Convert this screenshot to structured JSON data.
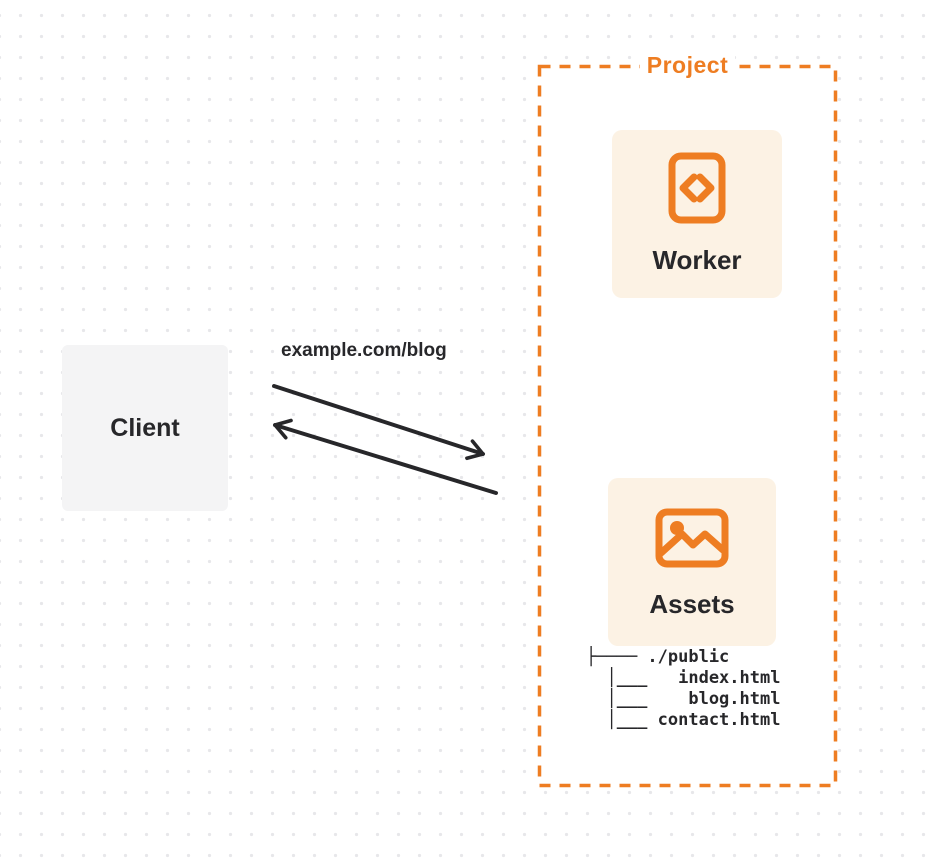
{
  "diagram": {
    "client": {
      "label": "Client"
    },
    "request_label": "example.com/blog",
    "project": {
      "title": "Project",
      "worker": {
        "label": "Worker",
        "icon": "code-file-icon"
      },
      "assets": {
        "label": "Assets",
        "icon": "image-icon"
      },
      "file_tree": [
        "├──── ./public",
        "  │___   index.html",
        "  │___    blog.html",
        "  │___ contact.html"
      ]
    },
    "colors": {
      "accent": "#EE7D22",
      "card_bg": "#FCF2E4",
      "client_bg": "#F4F4F5",
      "ink": "#27272A",
      "dot_grid": "#E7E7EA"
    }
  }
}
